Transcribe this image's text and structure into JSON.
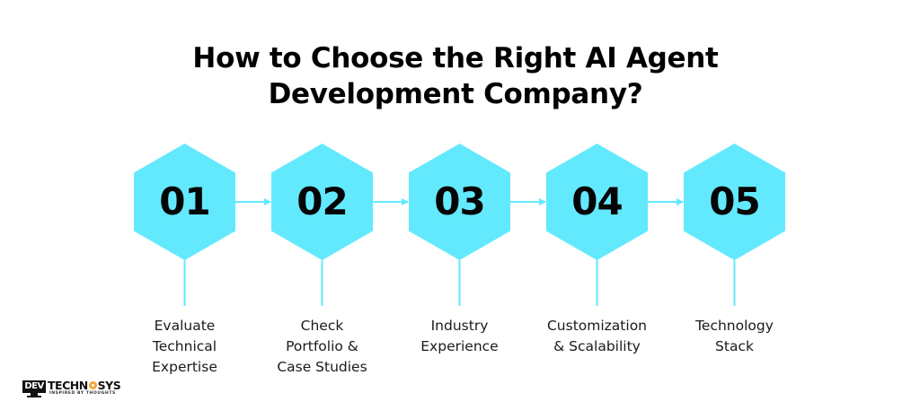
{
  "title": {
    "line1": "How to Choose the Right AI Agent",
    "line2": "Development Company?"
  },
  "colors": {
    "hexagon_fill": "#63E9FD",
    "connector": "#63E9FD",
    "text": "#000000",
    "background": "#FFFFFF",
    "logo_accent": "#F3A53B"
  },
  "steps": [
    {
      "number": "01",
      "label_lines": [
        "Evaluate",
        "Technical",
        "Expertise"
      ]
    },
    {
      "number": "02",
      "label_lines": [
        "Check",
        "Portfolio &",
        "Case Studies"
      ]
    },
    {
      "number": "03",
      "label_lines": [
        "Industry",
        "Experience"
      ]
    },
    {
      "number": "04",
      "label_lines": [
        "Customization",
        "& Scalability"
      ]
    },
    {
      "number": "05",
      "label_lines": [
        "Technology",
        "Stack"
      ]
    }
  ],
  "logo": {
    "monitor_text": "DEV",
    "brand_left": "TECHN",
    "brand_right": "SYS",
    "tagline": "INSPIRED BY THOUGHTS"
  }
}
